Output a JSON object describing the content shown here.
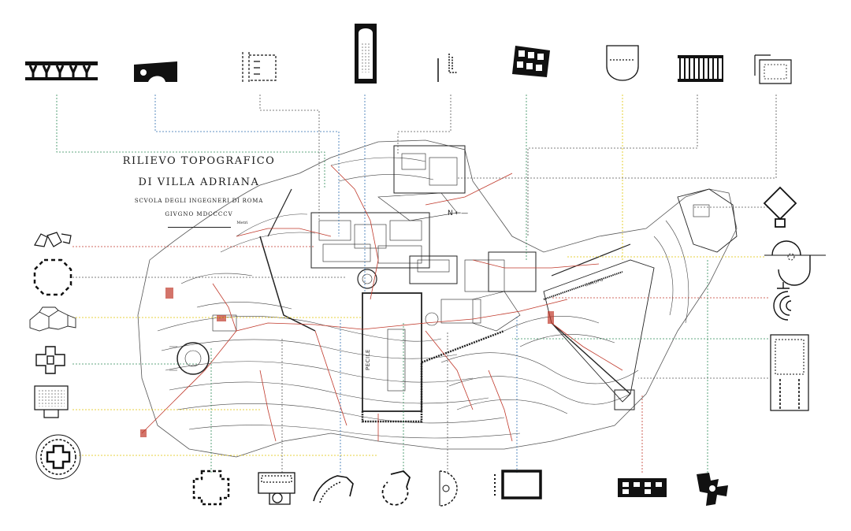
{
  "map": {
    "title_line1": "RILIEVO TOPOGRAFICO",
    "title_line2": "DI VILLA ADRIANA",
    "subtitle": "SCVOLA DEGLI INGEGNERI DI ROMA",
    "date": "GIVGNO MDCCCCV",
    "scale_unit": "Metri",
    "north_label": "N",
    "labels": {
      "pecile": "PECILE",
      "canopo": "CANOPO"
    }
  },
  "colors": {
    "ink": "#1a1a1a",
    "red": "#c0392b",
    "green": "#2e8b57",
    "blue": "#2f6fb0",
    "yellow": "#e0c400",
    "grey": "#555555"
  },
  "icons": [
    "aqueduct-arches-icon",
    "bridge-plan-icon",
    "portico-plan-icon",
    "long-hall-plan-icon",
    "stair-wall-icon",
    "grid-building-icon",
    "apse-hall-icon",
    "colonnade-icon",
    "courtyard-frame-icon",
    "pavilion-cluster-icon",
    "octagon-plan-icon",
    "hex-rooms-icon",
    "cross-plan-icon",
    "gridded-apse-icon",
    "circular-plan-icon",
    "diamond-pavilion-icon",
    "semicircle-exedra-icon",
    "nested-arc-icon",
    "temple-colonnade-icon",
    "cross-room-icon",
    "room-complex-icon",
    "curved-wall-icon",
    "circular-room-icon",
    "dotted-circle-icon",
    "rectangle-court-icon",
    "wall-block-icon",
    "irregular-building-icon"
  ]
}
